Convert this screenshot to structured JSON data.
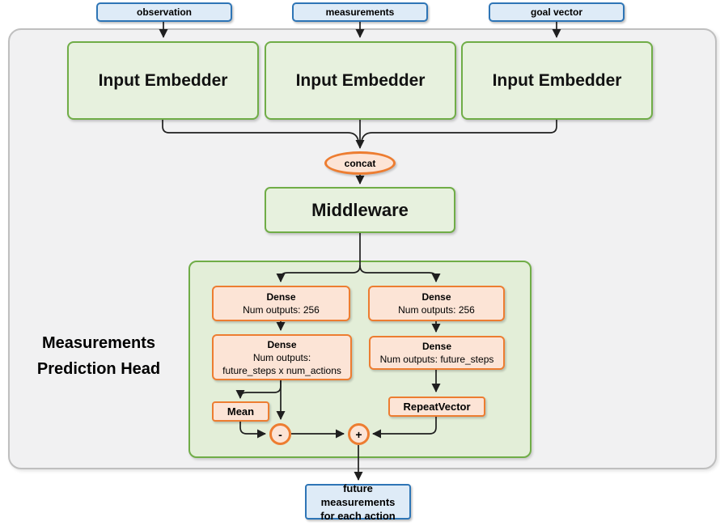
{
  "diagram": {
    "title_line1": "Measurements",
    "title_line2": "Prediction Head"
  },
  "inputs": [
    {
      "label": "observation"
    },
    {
      "label": "measurements"
    },
    {
      "label": "goal vector"
    }
  ],
  "embedders": [
    {
      "label": "Input Embedder"
    },
    {
      "label": "Input Embedder"
    },
    {
      "label": "Input Embedder"
    }
  ],
  "concat": {
    "label": "concat"
  },
  "middleware": {
    "label": "Middleware"
  },
  "left_branch": {
    "dense1": {
      "name": "Dense",
      "outputs": "Num outputs: 256"
    },
    "dense2": {
      "name": "Dense",
      "outputs_line1": "Num outputs:",
      "outputs_line2": "future_steps x num_actions"
    },
    "mean": {
      "label": "Mean"
    },
    "minus": {
      "label": "-"
    }
  },
  "right_branch": {
    "dense1": {
      "name": "Dense",
      "outputs": "Num outputs: 256"
    },
    "dense2": {
      "name": "Dense",
      "outputs": "Num outputs: future_steps"
    },
    "repeat_vector": {
      "label": "RepeatVector"
    },
    "plus": {
      "label": "+"
    }
  },
  "output_box": {
    "line1": "future measurements",
    "line2": "for each action"
  },
  "colors": {
    "blue_border": "#2e75b6",
    "blue_fill": "#deebf7",
    "green_border": "#70ad47",
    "green_fill": "#e7f1de",
    "group_fill": "#e3eed8",
    "orange_border": "#ed7d31",
    "orange_fill": "#fce4d6",
    "outer_fill": "#f1f1f2",
    "outer_border": "#bfbfbf",
    "wire": "#1f1f1f"
  }
}
